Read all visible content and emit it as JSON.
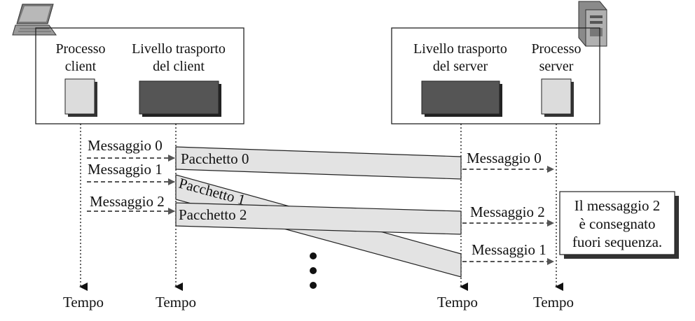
{
  "client": {
    "process_label_1": "Processo",
    "process_label_2": "client",
    "transport_label_1": "Livello trasporto",
    "transport_label_2": "del client",
    "icon": "laptop-icon"
  },
  "server": {
    "transport_label_1": "Livello trasporto",
    "transport_label_2": "del server",
    "process_label_1": "Processo",
    "process_label_2": "server",
    "icon": "server-tower-icon"
  },
  "messages_sent": [
    "Messaggio 0",
    "Messaggio 1",
    "Messaggio 2"
  ],
  "packets": [
    "Pacchetto 0",
    "Pacchetto 1",
    "Pacchetto 2"
  ],
  "messages_delivered": [
    "Messaggio 0",
    "Messaggio 2",
    "Messaggio 1"
  ],
  "note": {
    "line1": "Il messaggio 2",
    "line2": "è consegnato",
    "line3": "fuori sequenza."
  },
  "time_labels": [
    "Tempo",
    "Tempo",
    "Tempo",
    "Tempo"
  ],
  "colors": {
    "packet_fill": "#e3e3e3",
    "transport_box": "#555555",
    "process_box": "#dcdcdc",
    "dashed_arrow": "#555555"
  }
}
